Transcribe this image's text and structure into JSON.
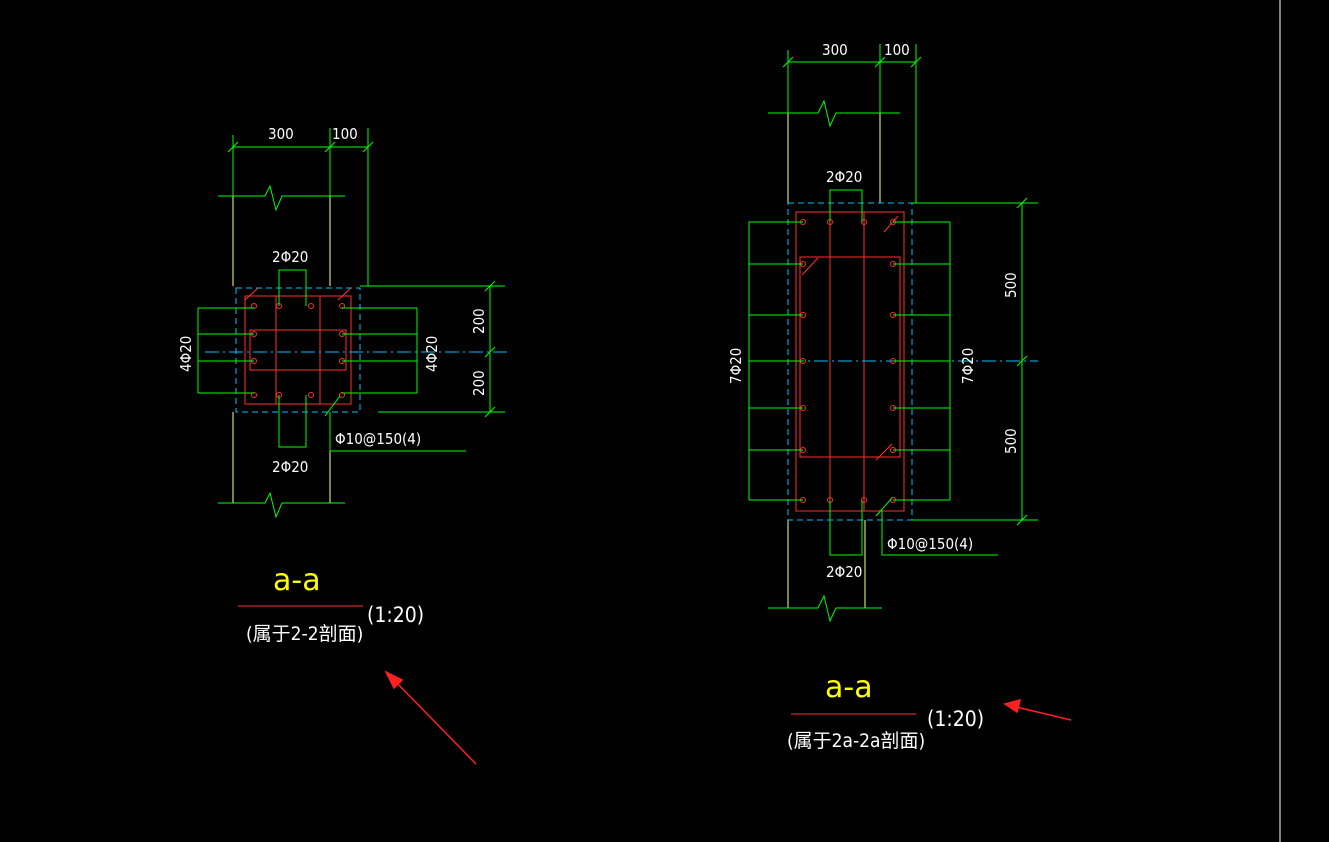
{
  "colors": {
    "background": "#000000",
    "stirrup": "#ff3030",
    "rebar": "#ff3030",
    "dimension": "#00ff00",
    "outline": "#ffff80",
    "centerline": "#00bfff",
    "text": "#ffffff",
    "title": "#ffff00",
    "arrow": "#ff2020",
    "viewport_border": "#ffffff"
  },
  "left_section": {
    "dim_top_1": "300",
    "dim_top_2": "100",
    "top_bars": "2Φ20",
    "bottom_bars": "2Φ20",
    "side_bars_left": "4Φ20",
    "side_bars_right": "4Φ20",
    "dim_right_upper": "200",
    "dim_right_lower": "200",
    "stirrup": "Φ10@150(4)",
    "title": "a-a",
    "subtitle": "(属于2-2剖面)",
    "scale": "(1:20)"
  },
  "right_section": {
    "dim_top_1": "300",
    "dim_top_2": "100",
    "top_bars": "2Φ20",
    "bottom_bars": "2Φ20",
    "side_bars_left": "7Φ20",
    "side_bars_right": "7Φ20",
    "dim_right_upper": "500",
    "dim_right_lower": "500",
    "stirrup": "Φ10@150(4)",
    "title": "a-a",
    "subtitle": "(属于2a-2a剖面)",
    "scale": "(1:20)"
  },
  "annotations": {
    "arrows": [
      "red-arrow-left",
      "red-arrow-right"
    ]
  }
}
